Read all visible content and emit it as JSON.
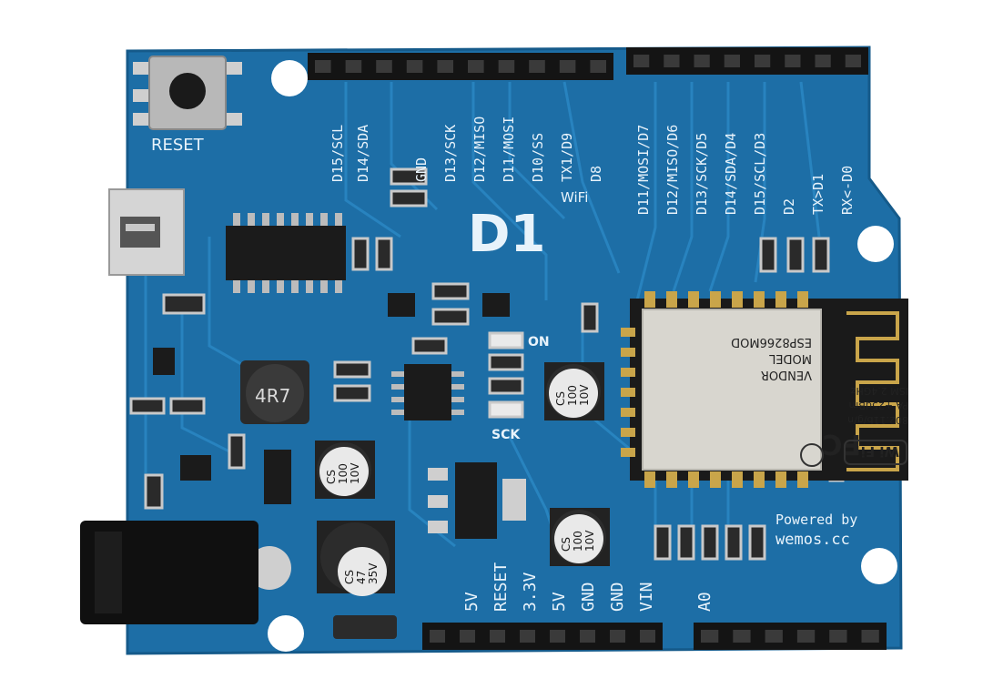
{
  "board": {
    "logo": "D1",
    "wifi_text": "WiFi",
    "reset_label": "RESET",
    "on_label": "ON",
    "sck_label": "SCK",
    "powered_by": "Powered by",
    "vendor_url": "wemos.cc",
    "inductor_marking": "4R7",
    "top_left_labels": [
      "D15/SCL",
      "D14/SDA",
      "GND",
      "D13/SCK",
      "D12/MISO",
      "D11/MOSI",
      "D10/SS",
      "TX1/D9",
      "D8"
    ],
    "top_right_labels": [
      "D11/MOSI/D7",
      "D12/MISO/D6",
      "D13/SCK/D5",
      "D14/SDA/D4",
      "D15/SCL/D3",
      "D2",
      "TX>D1",
      "RX<-D0"
    ],
    "bottom_labels": [
      "5V",
      "RESET",
      "3.3V",
      "5V",
      "GND",
      "GND",
      "VIN"
    ],
    "bottom_right_labels": [
      "A0"
    ],
    "cap_markings": [
      {
        "brand": "CS",
        "value": "100",
        "volt": "10V"
      },
      {
        "brand": "CS",
        "value": "100",
        "volt": "10V"
      },
      {
        "brand": "CS",
        "value": "100",
        "volt": "10V"
      },
      {
        "brand": "CS",
        "value": "47",
        "volt": "35V"
      }
    ],
    "module": {
      "model_label": "MODEL",
      "model": "ESP8266MOD",
      "vendor_label": "VENDOR",
      "band": "ISM 2.4GHz",
      "pa": "PA +25dBm",
      "std": "802.11b/g/n",
      "wifi_badge": "Wi Fi"
    },
    "colors": {
      "pcb": "#1d6ea6",
      "pcb_edge": "#185e8f",
      "header": "#141414",
      "silkscreen": "#e8f3fb",
      "shield": "#d8d6cf",
      "pad": "#c9a54a"
    }
  }
}
